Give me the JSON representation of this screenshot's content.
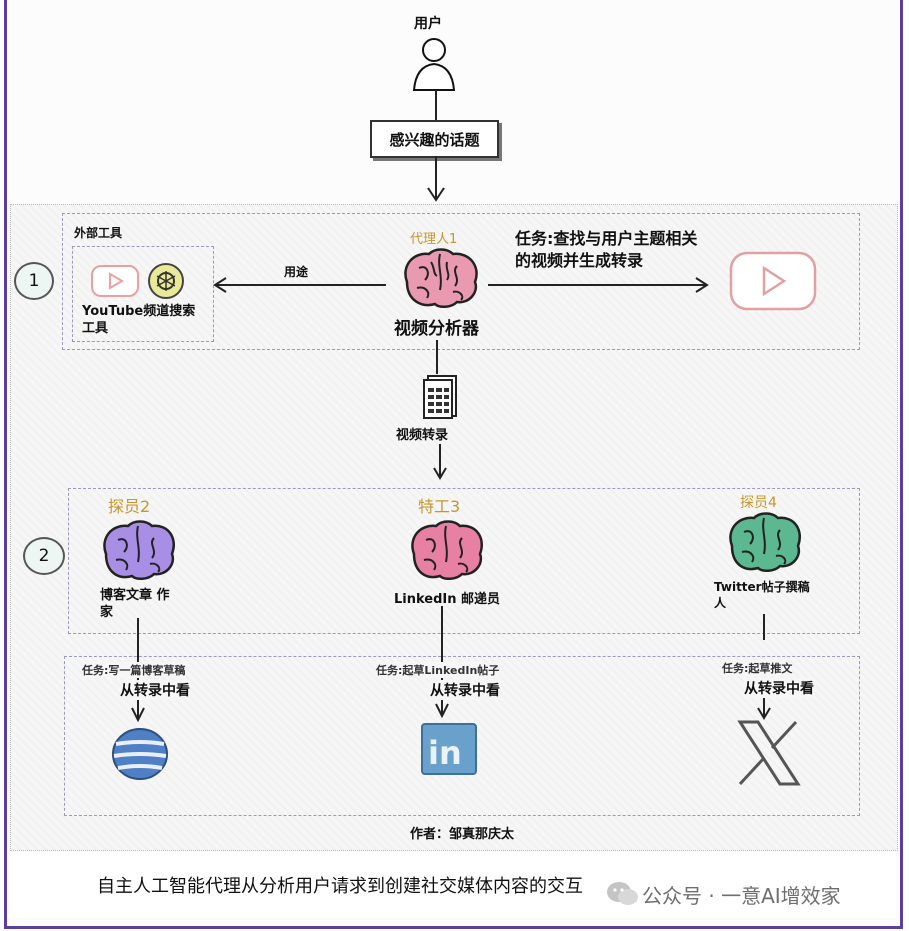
{
  "user": {
    "label": "用户"
  },
  "topic": {
    "label": "感兴趣的话题"
  },
  "stage1": {
    "number": "1",
    "external_tools_title": "外部工具",
    "tool_label": "YouTube频道搜索工具",
    "tool_label_line1": "YouTube频道搜索",
    "tool_label_line2": "工具",
    "uses_label": "用途",
    "agent_tag": "代理人1",
    "agent_name": "视频分析器",
    "task_line1": "任务:查找与用户主题相关",
    "task_line2": "的视频并生成转录"
  },
  "transcript": {
    "label": "视频转录"
  },
  "stage2": {
    "number": "2",
    "agents": [
      {
        "tag": "探员2",
        "name_line1": "博客文章 作",
        "name_line2": "家",
        "task": "任务:写一篇博客草稿",
        "source": "从转录中看",
        "brain_color": "#a98ee6"
      },
      {
        "tag": "特工3",
        "name_line1": "LinkedIn 邮递员",
        "name_line2": "",
        "task": "任务:起草LinkedIn帖子",
        "source": "从转录中看",
        "brain_color": "#e880a4"
      },
      {
        "tag": "探员4",
        "name_line1": "Twitter帖子撰稿",
        "name_line2": "人",
        "task": "任务:起草推文",
        "source": "从转录中看",
        "brain_color": "#5bb890"
      }
    ]
  },
  "author": "作者：邹真那庆太",
  "caption": "自主人工智能代理从分析用户请求到创建社交媒体内容的交互",
  "watermark": "公众号 · 一意AI增效家",
  "colors": {
    "agent_tag": "#c8962a",
    "frame": "#5b3fa0",
    "agent1_brain": "#e99ab0"
  }
}
